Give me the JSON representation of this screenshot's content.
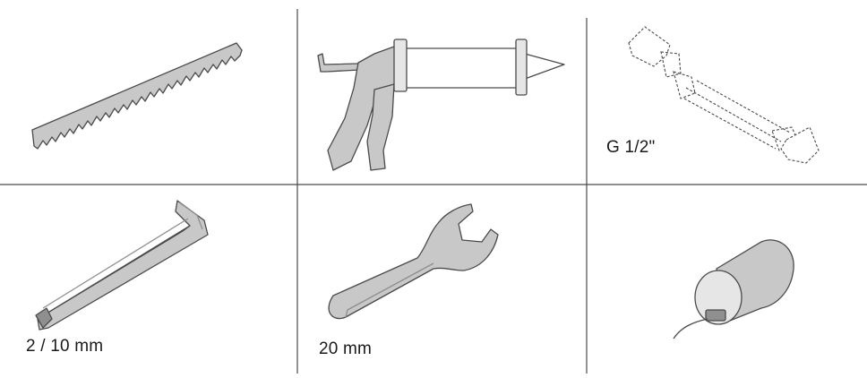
{
  "colors": {
    "line": "#4a4a4a",
    "tool_fill": "#c8c8c8",
    "tool_dark": "#8f8f8f",
    "tool_light": "#e6e6e6",
    "background": "#ffffff"
  },
  "cells": [
    {
      "id": "saw-blade",
      "icon": "saw-blade-icon",
      "label": ""
    },
    {
      "id": "caulking-gun",
      "icon": "caulking-gun-icon",
      "label": ""
    },
    {
      "id": "hose",
      "icon": "hose-icon",
      "label": "G 1/2\""
    },
    {
      "id": "allen-key",
      "icon": "allen-key-icon",
      "label": "2 / 10 mm"
    },
    {
      "id": "wrench",
      "icon": "wrench-icon",
      "label": "20 mm"
    },
    {
      "id": "battery",
      "icon": "battery-icon",
      "label": ""
    }
  ]
}
